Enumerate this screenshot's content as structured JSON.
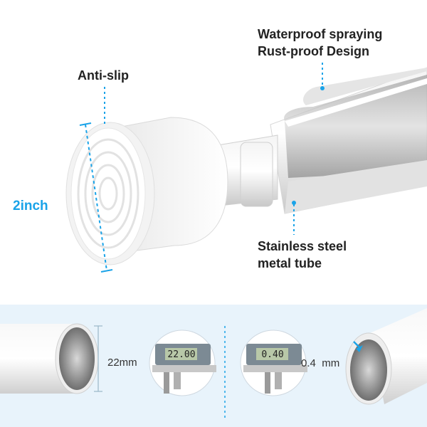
{
  "labels": {
    "waterproof_line1": "Waterproof spraying",
    "waterproof_line2": "Rust-proof Design",
    "anti_slip": "Anti-slip",
    "size": "2inch",
    "stainless_line1": "Stainless steel",
    "stainless_line2": "metal tube"
  },
  "measurements": {
    "diameter_label": "22mm",
    "caliper1_reading": "22.00",
    "thickness_value": "0.4",
    "thickness_unit": "mm",
    "caliper2_reading": "0.40"
  },
  "colors": {
    "accent": "#1aa3e8",
    "band": "#e8f3fb",
    "lcd": "#b8c8a8"
  }
}
